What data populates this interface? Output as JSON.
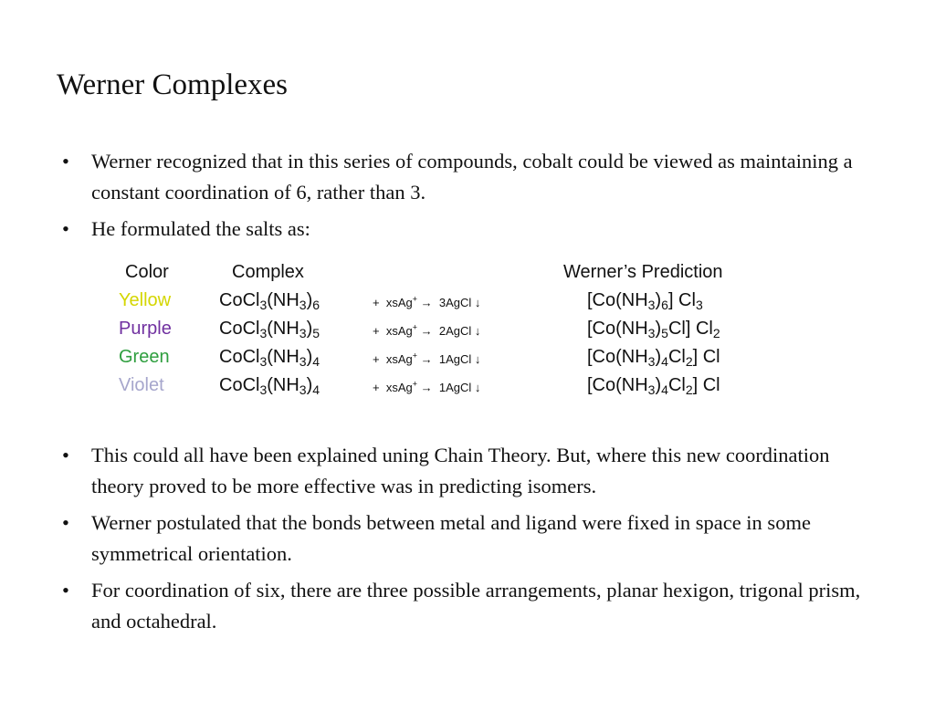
{
  "title": "Werner Complexes",
  "bullets_top": [
    "Werner recognized that in this series of compounds, cobalt could be viewed as maintaining a constant coordination of 6, rather than 3.",
    "He formulated the salts as:"
  ],
  "bullet_symbol": "•",
  "table": {
    "headers": {
      "color": "Color",
      "complex": "Complex",
      "prediction": "Werner’s Prediction"
    },
    "rows": [
      {
        "color": "Yellow",
        "color_hex": "#d4d600",
        "complex": {
          "base": "CoCl",
          "s1": "3",
          "mid": "(NH",
          "s2": "3",
          "close": ")",
          "s3": "6"
        },
        "reaction": {
          "plus": "+",
          "reagent": "xsAg",
          "charge": "+",
          "arrow": "→",
          "product": "3AgCl",
          "precip": "↓"
        },
        "prediction": {
          "p1": "[Co(NH",
          "s1": "3",
          "p2": ")",
          "s2": "6",
          "p3": "] Cl",
          "s3": "3",
          "p4": ""
        }
      },
      {
        "color": "Purple",
        "color_hex": "#7030a0",
        "complex": {
          "base": "CoCl",
          "s1": "3",
          "mid": "(NH",
          "s2": "3",
          "close": ")",
          "s3": "5"
        },
        "reaction": {
          "plus": "+",
          "reagent": "xsAg",
          "charge": "+",
          "arrow": "→",
          "product": "2AgCl",
          "precip": "↓"
        },
        "prediction": {
          "p1": "[Co(NH",
          "s1": "3",
          "p2": ")",
          "s2": "5",
          "p3": "Cl] Cl",
          "s3": "2",
          "p4": ""
        }
      },
      {
        "color": "Green",
        "color_hex": "#2e9e3e",
        "complex": {
          "base": "CoCl",
          "s1": "3",
          "mid": "(NH",
          "s2": "3",
          "close": ")",
          "s3": "4"
        },
        "reaction": {
          "plus": "+",
          "reagent": "xsAg",
          "charge": "+",
          "arrow": "→",
          "product": "1AgCl",
          "precip": "↓"
        },
        "prediction": {
          "p1": "[Co(NH",
          "s1": "3",
          "p2": ")",
          "s2": "4",
          "p3": "Cl",
          "s3": "2",
          "p4": "] Cl"
        }
      },
      {
        "color": "Violet",
        "color_hex": "#a6a6cc",
        "complex": {
          "base": "CoCl",
          "s1": "3",
          "mid": "(NH",
          "s2": "3",
          "close": ")",
          "s3": "4"
        },
        "reaction": {
          "plus": "+",
          "reagent": "xsAg",
          "charge": "+",
          "arrow": "→",
          "product": "1AgCl",
          "precip": "↓"
        },
        "prediction": {
          "p1": "[Co(NH",
          "s1": "3",
          "p2": ")",
          "s2": "4",
          "p3": "Cl",
          "s3": "2",
          "p4": "] Cl"
        }
      }
    ]
  },
  "bullets_bottom": [
    "This could all have been explained uning Chain Theory. But, where this new coordination theory proved to be more effective was in predicting isomers.",
    "Werner postulated that the bonds between metal and ligand were fixed in space in some symmetrical orientation.",
    "For coordination of six, there are three possible arrangements, planar hexigon, trigonal prism, and octahedral."
  ]
}
